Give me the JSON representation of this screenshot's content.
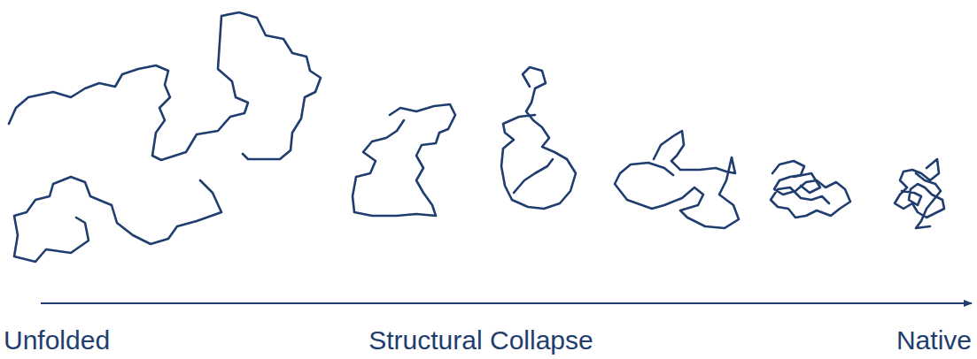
{
  "diagram": {
    "labels": [
      "Unfolded",
      "Structural Collapse",
      "Native"
    ]
  }
}
